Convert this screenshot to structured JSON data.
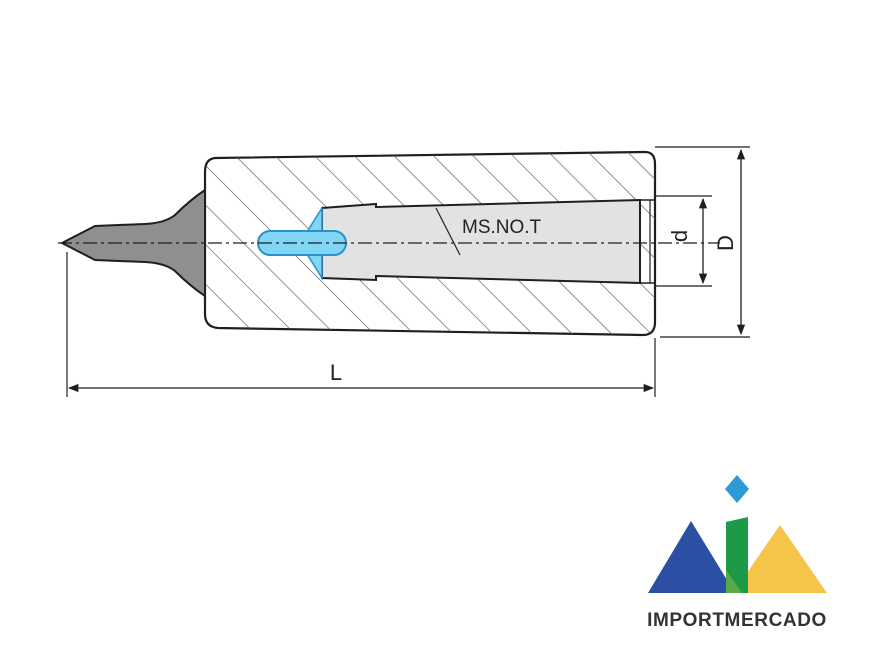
{
  "drawing": {
    "part_note": "MS.NO.T",
    "dimensions": {
      "length": "L",
      "outer_diameter": "D",
      "bore_diameter": "d"
    }
  },
  "logo": {
    "brand_name": "IMPORTMERCADO",
    "colors": {
      "blue": "#2a4fa3",
      "green": "#1c9a48",
      "yellow": "#f7c44a",
      "diamond": "#2b9ad6",
      "text": "#333333"
    }
  },
  "colors": {
    "line": "#1f1f1f",
    "hatch": "#5a5a5a",
    "body_fill": "#ffffff",
    "shank_fill": "#8f8f8f",
    "bore_fill": "#e2e2e2",
    "tang_fill": "#7fd6f5",
    "tang_stroke": "#2d8fcb"
  }
}
